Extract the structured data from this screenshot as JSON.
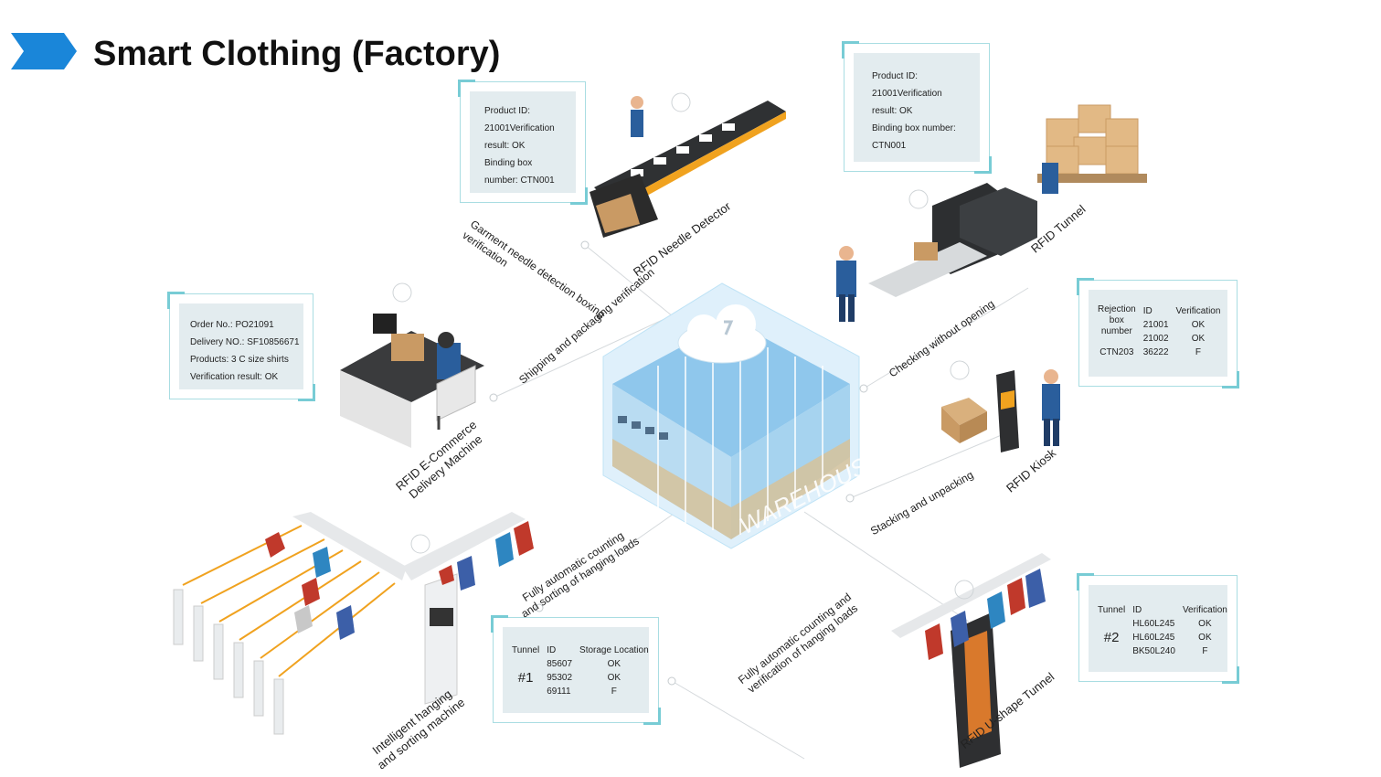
{
  "title": "Smart Clothing (Factory)",
  "center": {
    "label": "WAREHOUSE"
  },
  "stations": {
    "needle_detector": "RFID Needle Detector",
    "tunnel": "RFID Tunnel",
    "ecommerce": "RFID E-Commerce\nDelivery Machine",
    "kiosk": "RFID Kiosk",
    "hanging": "Intelligent hanging\nand sorting machine",
    "u_tunnel": "RFID U-shape Tunnel"
  },
  "connectors": {
    "garment": "Garment needle detection boxing\nverification",
    "shipping": "Shipping and packaging verification",
    "checking": "Checking without opening",
    "stacking": "Stacking and unpacking",
    "counting_sorting": "Fully automatic counting\nand sorting of hanging loads",
    "counting_verification": "Fully automatic counting and\nverification of hanging loads"
  },
  "cards": {
    "needle": [
      "Product ID:",
      "21001Verification",
      "result: OK",
      "Binding box",
      "number: CTN001"
    ],
    "tunnel": [
      "Product ID:",
      "21001Verification",
      "result: OK",
      "Binding box number:",
      "CTN001"
    ],
    "ecommerce": [
      "Order No.:  PO21091",
      "Delivery NO.:   SF10856671",
      "Products:  3 C size shirts",
      "Verification result:   OK"
    ],
    "kiosk": {
      "rejection_label": "Rejection\nbox\nnumber",
      "box": "CTN203",
      "headers": [
        "ID",
        "Verification"
      ],
      "rows": [
        [
          "21001",
          "OK"
        ],
        [
          "21002",
          "OK"
        ],
        [
          "36222",
          "F"
        ]
      ]
    },
    "hanging": {
      "tunnel_label": "Tunnel",
      "tunnel_value": "#1",
      "headers": [
        "ID",
        "Storage Location"
      ],
      "rows": [
        [
          "85607",
          "OK"
        ],
        [
          "95302",
          "OK"
        ],
        [
          "69111",
          "F"
        ]
      ]
    },
    "u_tunnel": {
      "tunnel_label": "Tunnel",
      "tunnel_value": "#2",
      "headers": [
        "ID",
        "Verification"
      ],
      "rows": [
        [
          "HL60L245",
          "OK"
        ],
        [
          "HL60L245",
          "OK"
        ],
        [
          "BK50L240",
          "F"
        ]
      ]
    }
  },
  "colors": {
    "accent": "#1a86d9",
    "card_border": "#78ccd5",
    "card_fill": "#e3ecef"
  },
  "icons": [
    "chevron-icon",
    "cloud-icon",
    "wifi-icon"
  ]
}
